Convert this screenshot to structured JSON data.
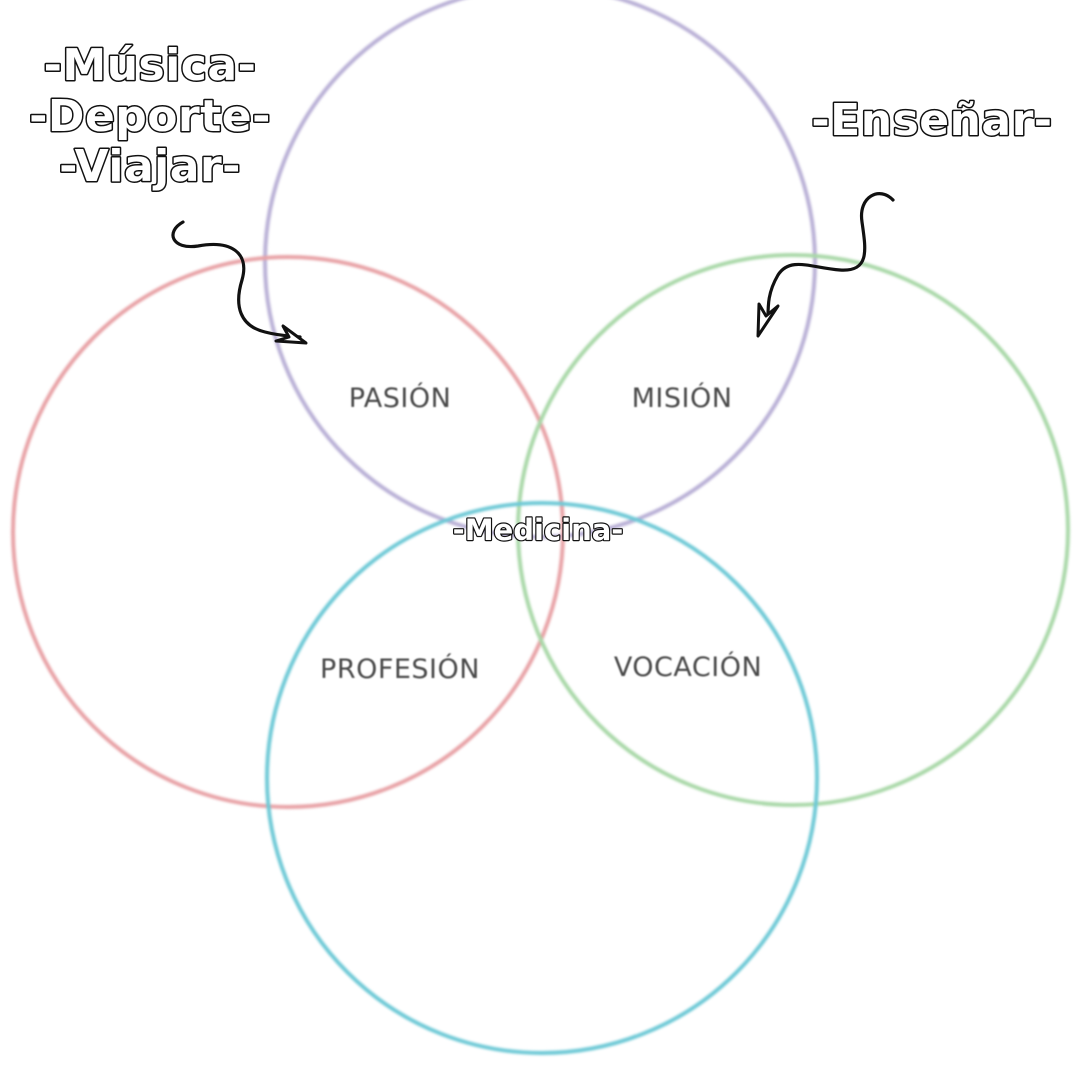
{
  "diagram": {
    "regions": {
      "pasion": "PASIÓN",
      "mision": "MISIÓN",
      "profesion": "PROFESIÓN",
      "vocacion": "VOCACIÓN"
    },
    "annotations": {
      "left_line_1": "-Música-",
      "left_line_2": "-Deporte-",
      "left_line_3": "-Viajar-",
      "right": "-Enseñar-",
      "center": "-Medicina-"
    },
    "colors": {
      "top_circle": "#b9b0d6",
      "left_circle": "#e8a2a6",
      "right_circle": "#a9d8a8",
      "bottom_circle": "#6ec9d6",
      "label_text": "#4a4a4a",
      "sticker_fill": "#ffffff",
      "sticker_outline": "#111111"
    }
  }
}
